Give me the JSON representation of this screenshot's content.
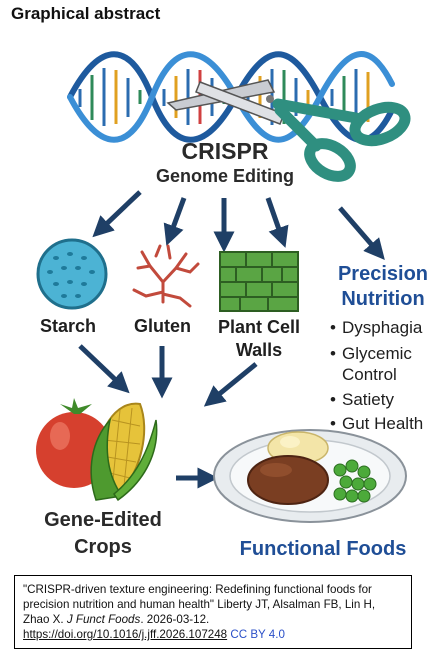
{
  "heading": "Graphical abstract",
  "crispr": {
    "title": "CRISPR",
    "subtitle": "Genome Editing"
  },
  "targets": {
    "starch": "Starch",
    "gluten": "Gluten",
    "walls_line1": "Plant Cell",
    "walls_line2": "Walls"
  },
  "precision": {
    "title_line1": "Precision",
    "title_line2": "Nutrition",
    "bullet_glyph": "•",
    "items": [
      "Dysphagia",
      "Glycemic",
      "Control",
      "Satiety",
      "Gut Health"
    ]
  },
  "crops": {
    "line1": "Gene-Edited",
    "line2": "Crops"
  },
  "functional_foods": "Functional Foods",
  "citation": {
    "title": "\"CRISPR-driven texture engineering: Redefining functional foods for precision nutrition and human health\"",
    "authors": "Liberty JT, Alsalman FB, Lin H, Zhao X.",
    "journal": "J Funct Foods",
    "date": ". 2026-03-12.",
    "doi": "https://doi.org/10.1016/j.jff.2026.107248",
    "license": "CC BY 4.0"
  },
  "colors": {
    "dna_blue": "#2b6cb0",
    "arrow": "#1f3f66",
    "scissors_green": "#3a9a8a",
    "brown_food": "#7a3e22",
    "grain_green": "#3d8a3a",
    "precision_blue": "#1f4e96",
    "license_blue": "#2b50c8"
  }
}
